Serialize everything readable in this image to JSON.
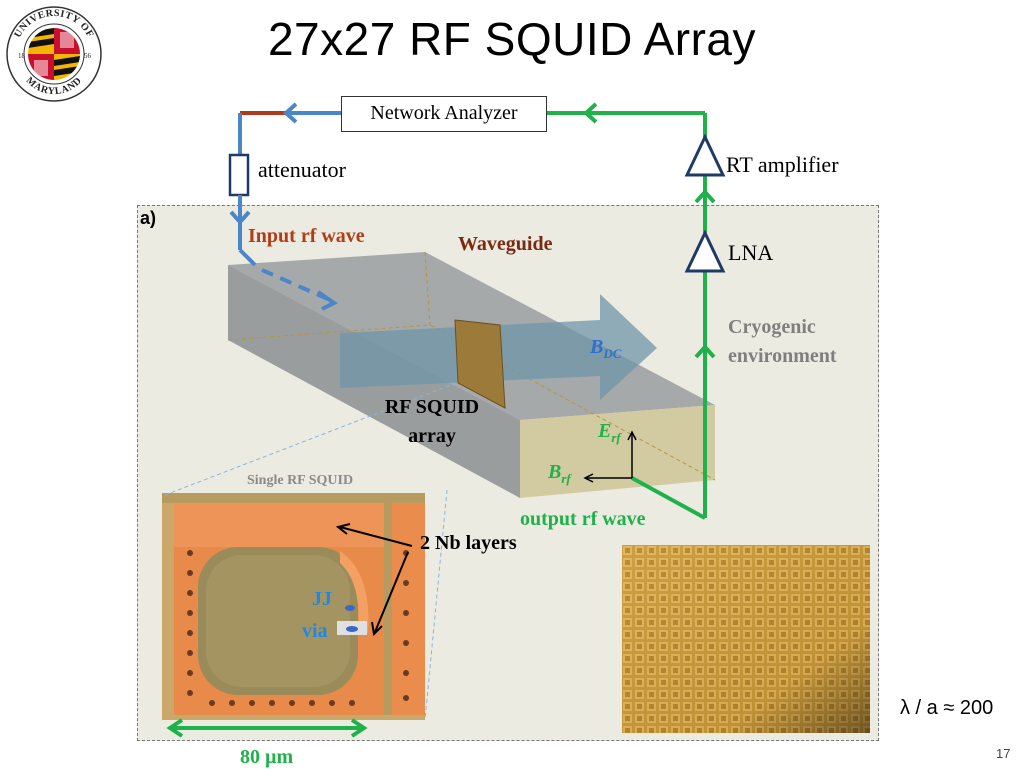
{
  "title": "27x27 RF SQUID Array",
  "logo": {
    "text_top": "UNIVERSITY OF",
    "text_bottom": "MARYLAND",
    "year_left": "18",
    "year_right": "56",
    "icon": "university-of-maryland-seal"
  },
  "diagram": {
    "network_analyzer": "Network Analyzer",
    "attenuator": "attenuator",
    "rt_amplifier": "RT amplifier",
    "lna": "LNA",
    "panel_label": "a)",
    "input_rf_wave": "Input rf wave",
    "waveguide": "Waveguide",
    "cryogenic_line1": "Cryogenic",
    "cryogenic_line2": "environment",
    "b_dc_main": "B",
    "b_dc_sub": "DC",
    "rf_squid_line1": "RF SQUID",
    "rf_squid_line2": "array",
    "e_main": "E",
    "e_sub": "rf",
    "b_main": "B",
    "b_sub": "rf",
    "output_rf_wave": "output rf wave",
    "single_rf_squid": "Single RF SQUID",
    "nb_layers": "2 Nb layers",
    "jj": "JJ",
    "via": "via",
    "scale": "80 µm",
    "ratio": "λ / a ≈ 200"
  },
  "colors": {
    "input_line": "#4a86c8",
    "output_line": "#1fb14a",
    "red_segment": "#b03a1a",
    "input_label": "#b13d16",
    "waveguide_label": "#7a2a10",
    "cryogenic_label": "#7f7f7f",
    "bdc_label": "#2f6fd0",
    "ef_label": "#1fb14a",
    "jj_label": "#1e88e5",
    "amp_stroke": "#1f3a66"
  },
  "page_number": "17"
}
